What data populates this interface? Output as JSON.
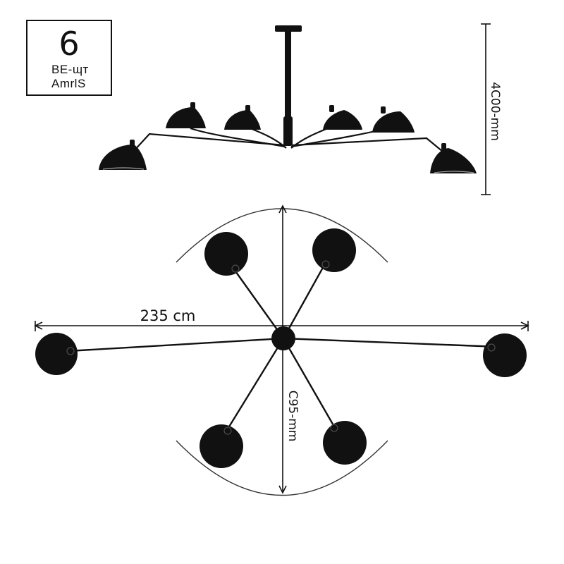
{
  "badge": {
    "count": "6",
    "line1": "BE-ɰᴛ",
    "line2": "AmrlS"
  },
  "dimensions": {
    "height_label": "4C00-mm",
    "span_label": "235 cm",
    "depth_label": "C95-mm"
  },
  "colors": {
    "lamp": "#111111",
    "line": "#222222",
    "arc": "#333333"
  }
}
